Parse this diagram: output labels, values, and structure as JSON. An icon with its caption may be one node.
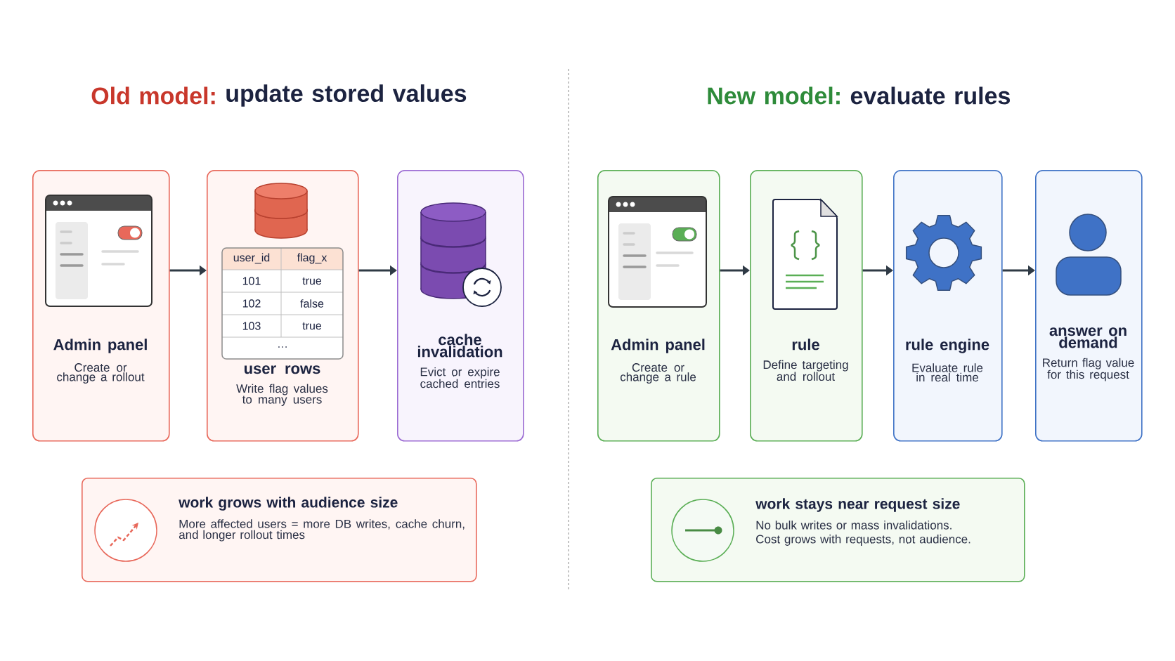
{
  "diagram": {
    "nodes": [
      {
        "text": [
          "Admin panel",
          "Create or change a rollout"
        ]
      },
      {
        "text": [
          "user rows",
          "Write flag values to many users"
        ]
      },
      {
        "text": [
          "cache invalidation",
          "Evict or expire cached entries"
        ]
      },
      {
        "text": [
          "Admin panel",
          "Create or change a rule"
        ]
      },
      {
        "text": [
          "rule",
          "Define targeting and rollout"
        ]
      },
      {
        "text": [
          "rule engine",
          "Evaluate rule in real time"
        ]
      },
      {
        "text": [
          "answer on demand",
          "Return flag value for this request"
        ]
      },
      {
        "text": [
          "work grows with audience size",
          "More affected users = more DB writes, cache churn, and longer rollout times"
        ]
      },
      {
        "text": [
          "work stays near request size",
          "No bulk writes or mass invalidations.",
          "Cost grows with requests, not audience."
        ]
      }
    ],
    "edges": [
      {
        "from": 0,
        "to": 1,
        "arrow": "to"
      },
      {
        "from": 1,
        "to": 2,
        "arrow": "to"
      },
      {
        "from": 3,
        "to": 4,
        "arrow": "to"
      },
      {
        "from": 4,
        "to": 5,
        "arrow": "to"
      },
      {
        "from": 5,
        "to": 6,
        "arrow": "to"
      }
    ],
    "labels": [
      "Old model:",
      "update stored values",
      "New model:",
      "evaluate rules",
      "user_id",
      "flag_x",
      "101",
      "true",
      "102",
      "false",
      "103",
      "true",
      "…"
    ]
  }
}
